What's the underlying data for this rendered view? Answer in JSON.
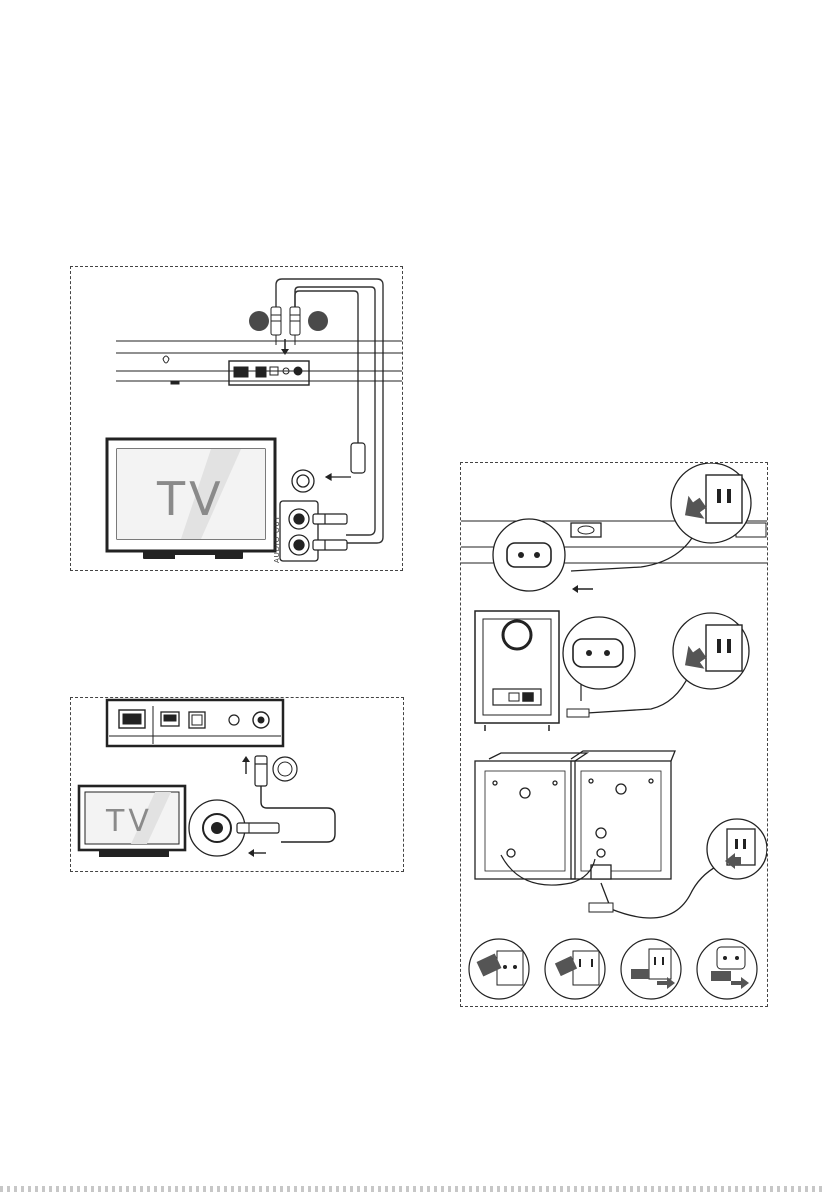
{
  "panel_analog": {
    "tv_label": "TV",
    "port_label": "AUDIO OUT"
  },
  "panel_coaxial": {
    "tv_label": "TV"
  },
  "panel_power": {},
  "colors": {
    "line": "#222222",
    "dark_ball": "#4a4a4a",
    "tv_text": "#8a8a8a"
  },
  "icons": [
    "arrow-icon",
    "plug-icon",
    "wall-socket-icon",
    "rca-plug-icon",
    "jack-plug-icon"
  ]
}
